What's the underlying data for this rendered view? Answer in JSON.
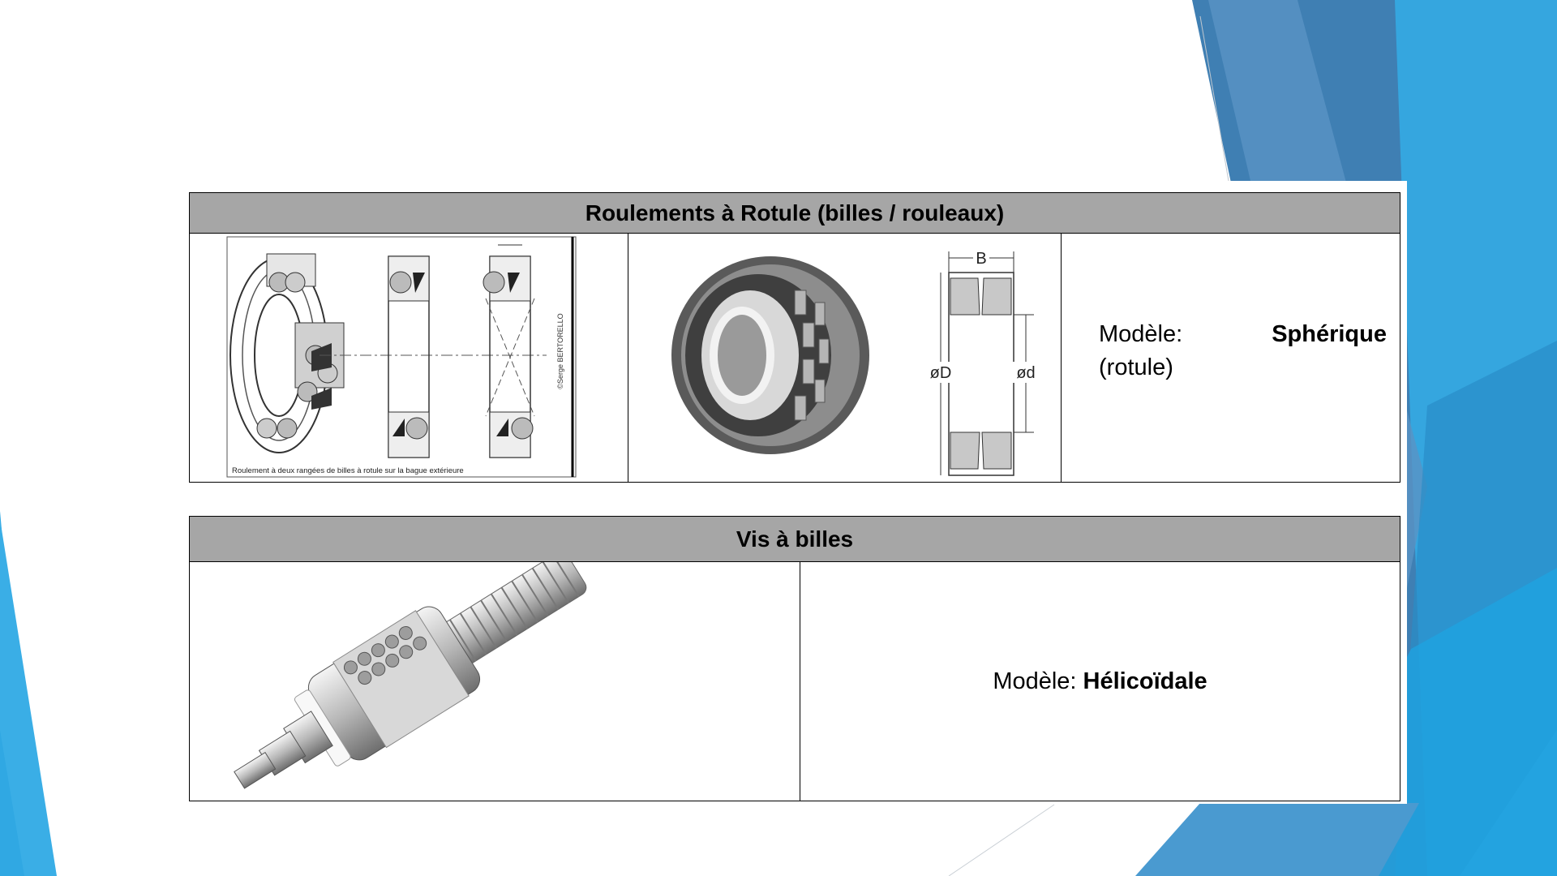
{
  "table_rotule": {
    "title": "Roulements à Rotule (billes / rouleaux)",
    "drawing_caption": "Roulement à deux rangées de billes à rotule sur la bague extérieure",
    "drawing_copyright": "©Serge BERTORELLO",
    "dim_b": "B",
    "dim_outer": "øD",
    "dim_inner": "ød",
    "model_label": "Modèle:",
    "model_value": "Sphérique",
    "model_extra": "(rotule)"
  },
  "table_vis": {
    "title": "Vis à billes",
    "model_label": "Modèle:",
    "model_value": "Hélicoïdale"
  },
  "colors": {
    "header_gray": "#a6a6a6",
    "slide_blue": "#2e9fd9",
    "slide_dark_blue": "#3d77a8"
  }
}
